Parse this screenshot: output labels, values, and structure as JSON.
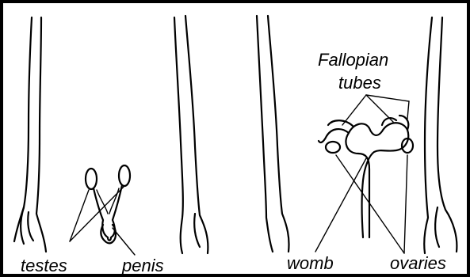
{
  "labels": {
    "testes": "testes",
    "penis": "penis",
    "fallopian_line1": "Fallopian",
    "fallopian_line2": "tubes",
    "womb": "womb",
    "ovaries": "ovaries"
  }
}
